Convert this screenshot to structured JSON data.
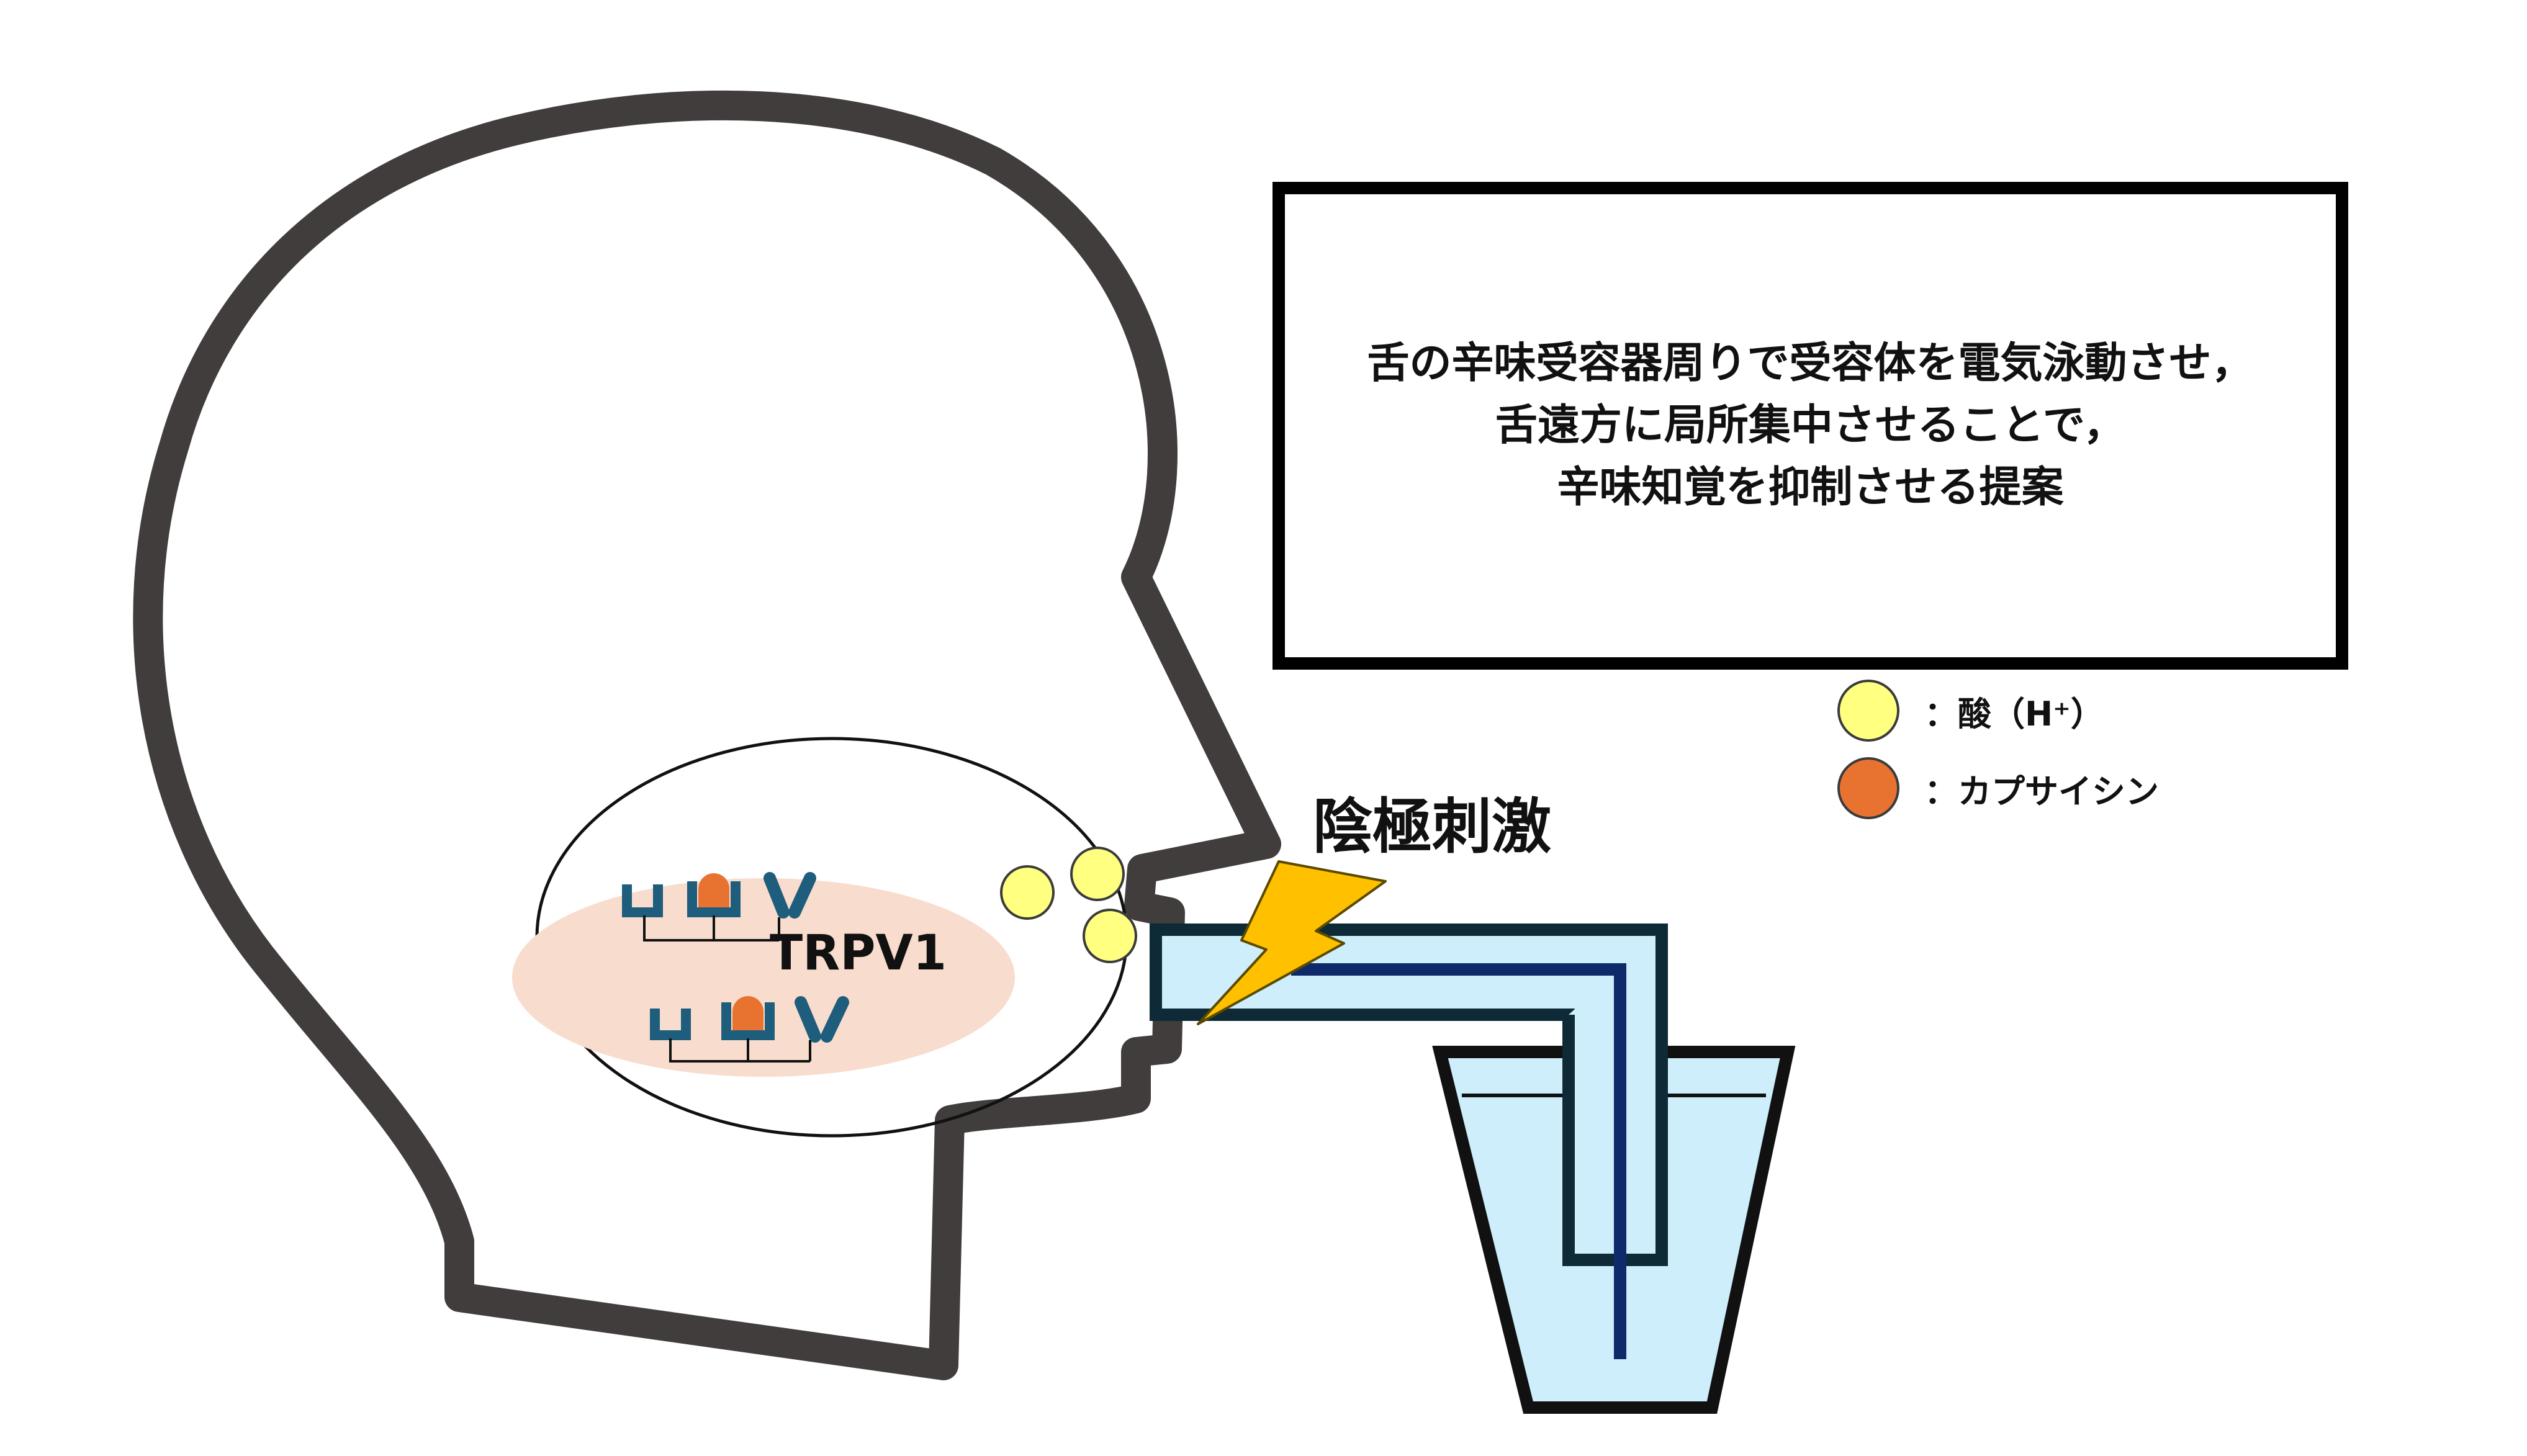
{
  "proposal_box": {
    "lines": [
      "舌の辛味受容器周りで受容体を電気泳動させ，",
      "舌遠方に局所集中させることで，",
      "辛味知覚を抑制させる提案"
    ]
  },
  "legend": {
    "acid": {
      "label": "：酸（H⁺）",
      "color": "#ffff80"
    },
    "capsaicin": {
      "label": "：カプサイシン",
      "color": "#e87330"
    }
  },
  "labels": {
    "trpv1": "TRPV1",
    "stimulus": "陰極刺激"
  },
  "colors": {
    "head_outline": "#403d3c",
    "receptor_blue": "#1f5d7c",
    "tongue_highlight": "#f8dccd",
    "electrode_fill": "#cdeefa",
    "electrode_border": "#0d2a36",
    "wire": "#0e2a6b",
    "bolt": "#ffc000"
  }
}
